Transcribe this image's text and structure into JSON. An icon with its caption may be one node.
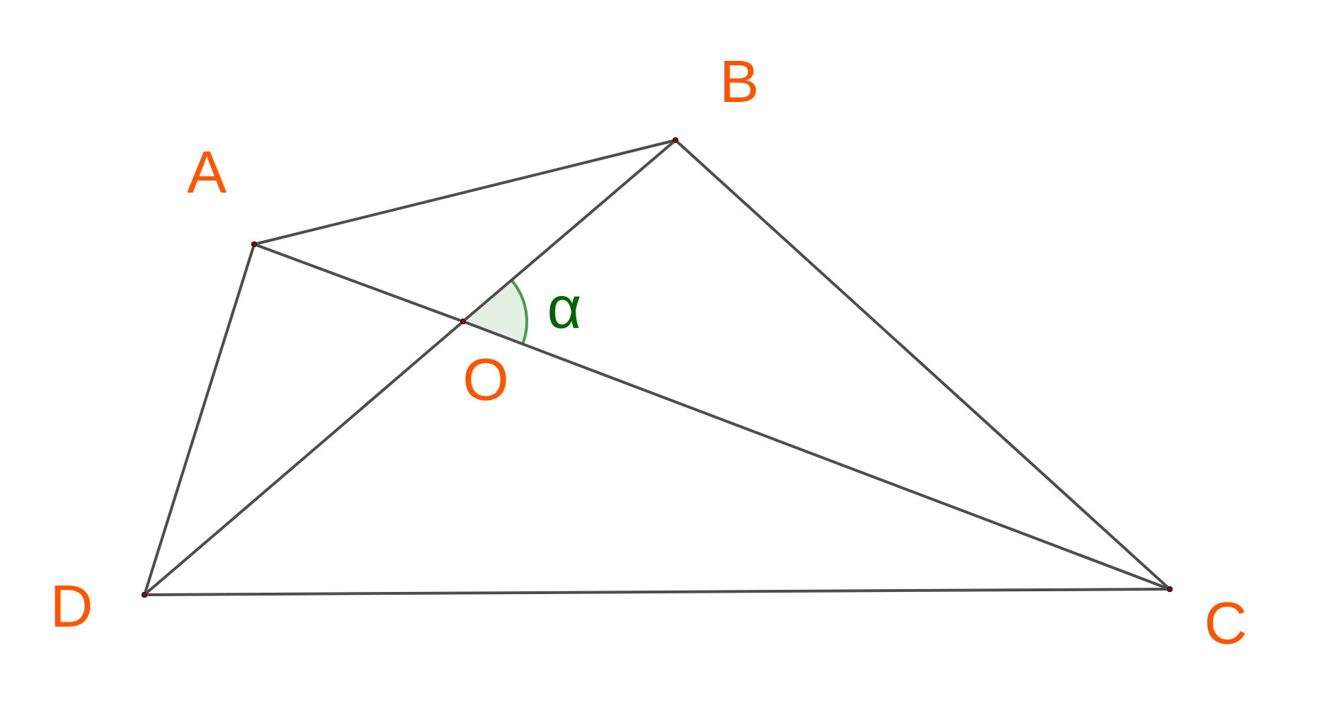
{
  "diagram": {
    "nodes": [
      {
        "text": [],
        "shape": "circle",
        "beside": [
          "A"
        ]
      },
      {
        "text": [],
        "shape": "circle",
        "beside": [
          "B"
        ]
      },
      {
        "text": [],
        "shape": "circle",
        "beside": [
          "C"
        ]
      },
      {
        "text": [],
        "shape": "circle",
        "beside": [
          "D"
        ]
      },
      {
        "text": [],
        "shape": "circle",
        "beside": [
          "O"
        ]
      }
    ],
    "edges": [
      {
        "from": 0,
        "to": 1,
        "arrow": "none"
      },
      {
        "from": 1,
        "to": 2,
        "arrow": "none"
      },
      {
        "from": 2,
        "to": 3,
        "arrow": "none"
      },
      {
        "from": 3,
        "to": 0,
        "arrow": "none"
      },
      {
        "from": 0,
        "to": 4,
        "arrow": "none"
      },
      {
        "from": 4,
        "to": 2,
        "arrow": "none"
      },
      {
        "from": 1,
        "to": 4,
        "arrow": "none"
      },
      {
        "from": 4,
        "to": 3,
        "arrow": "none"
      }
    ],
    "labels": [
      "α"
    ]
  }
}
